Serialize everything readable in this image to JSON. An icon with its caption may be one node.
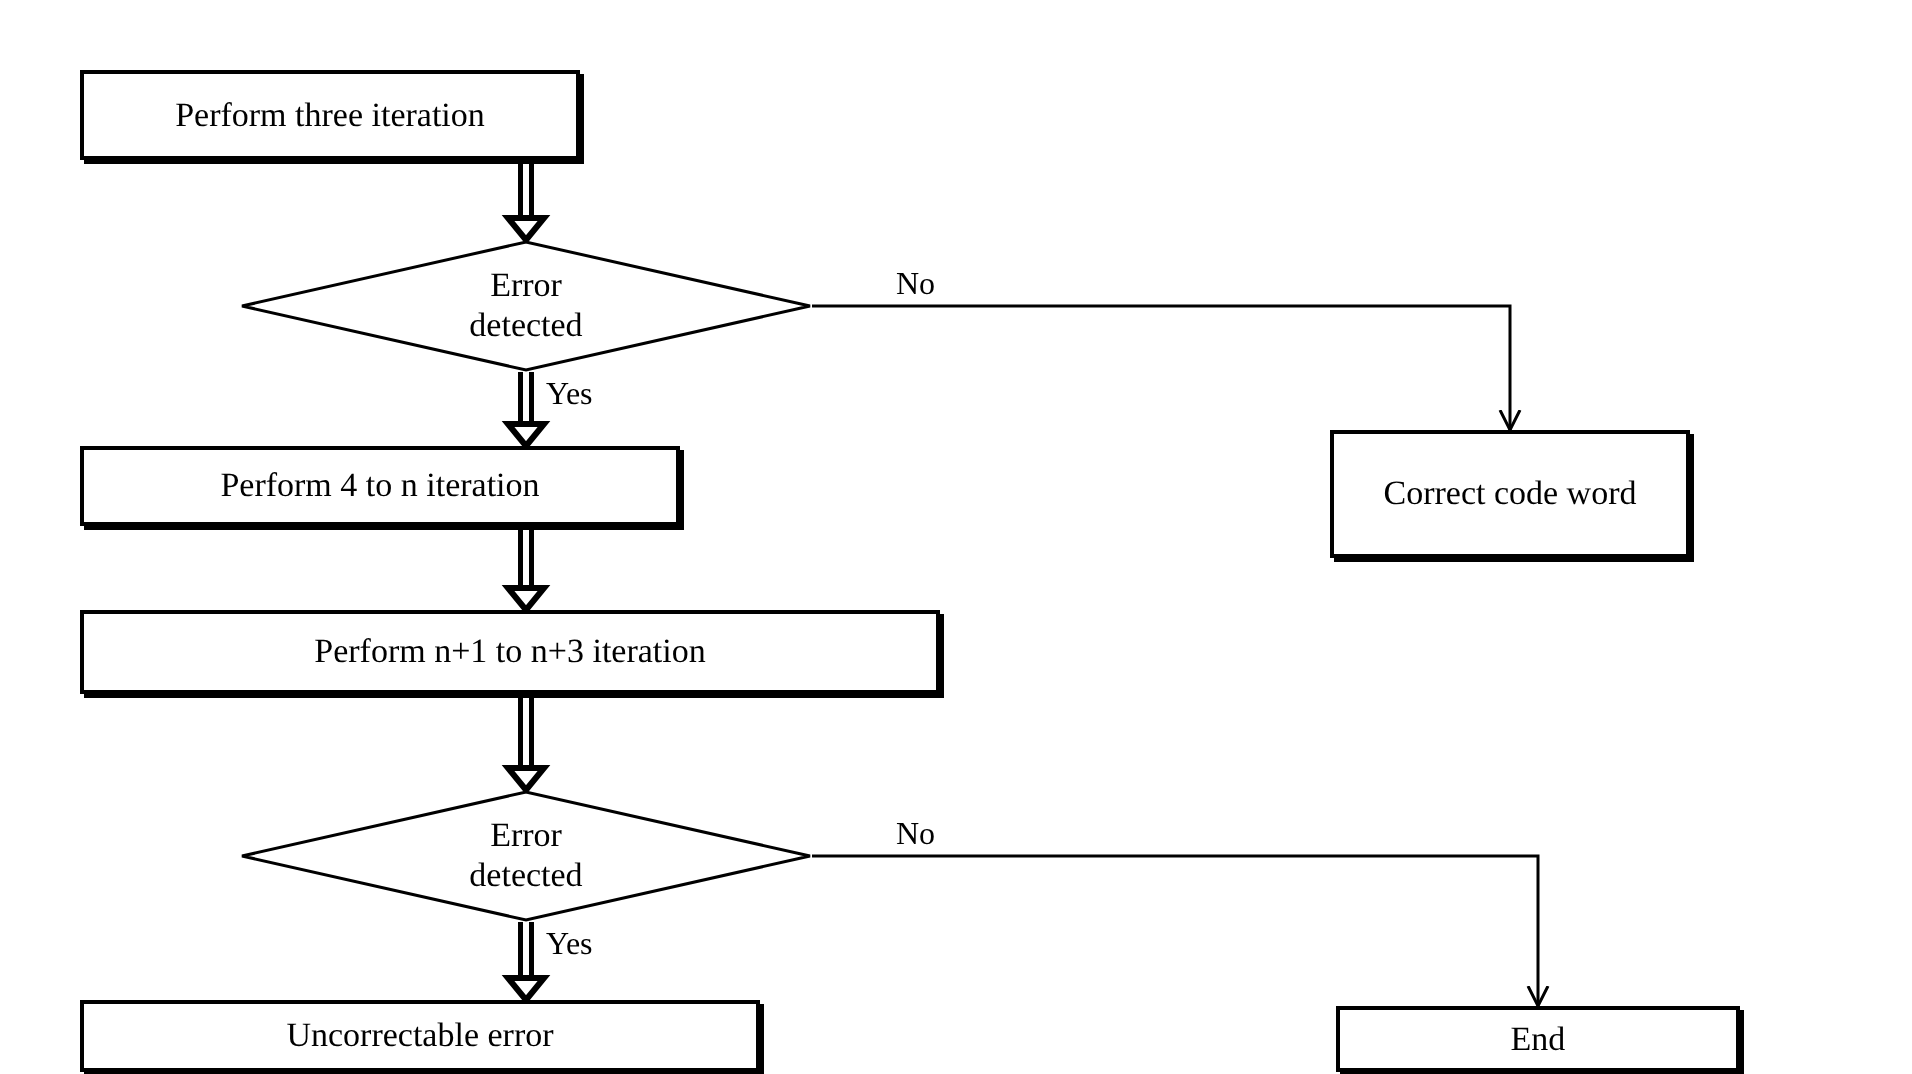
{
  "diagram": {
    "nodes": [
      {
        "text": [
          "Perform three iteration"
        ]
      },
      {
        "text": [
          "Error detected"
        ]
      },
      {
        "text": [
          "Perform 4 to n iteration"
        ]
      },
      {
        "text": [
          "Perform n+1 to n+3 iteration"
        ]
      },
      {
        "text": [
          "Error detected"
        ]
      },
      {
        "text": [
          "Uncorrectable error"
        ]
      },
      {
        "text": [
          "Correct code word"
        ]
      },
      {
        "text": [
          "End"
        ]
      }
    ],
    "edges": [
      {
        "from": 0,
        "to": 1,
        "arrow": "to"
      },
      {
        "from": 1,
        "to": 2,
        "arrow": "to",
        "label": "Yes"
      },
      {
        "from": 1,
        "to": 6,
        "arrow": "to",
        "label": "No"
      },
      {
        "from": 2,
        "to": 3,
        "arrow": "to"
      },
      {
        "from": 3,
        "to": 4,
        "arrow": "to"
      },
      {
        "from": 4,
        "to": 5,
        "arrow": "to",
        "label": "Yes"
      },
      {
        "from": 4,
        "to": 7,
        "arrow": "to",
        "label": "No"
      }
    ]
  }
}
